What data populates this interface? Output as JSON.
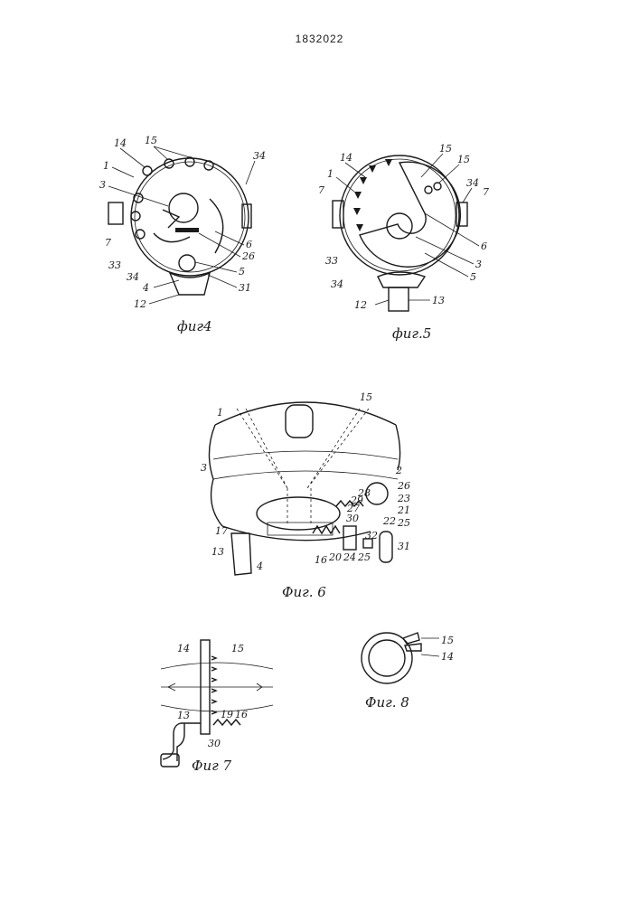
{
  "document": {
    "patent_number": "1832022"
  },
  "figures": {
    "fig4": {
      "caption": "фиг4",
      "labels": [
        "15",
        "14",
        "34",
        "1",
        "3",
        "7",
        "33",
        "34",
        "6",
        "26",
        "5",
        "31",
        "4",
        "12"
      ]
    },
    "fig5": {
      "caption": "фиг.5",
      "labels": [
        "15",
        "15",
        "14",
        "1",
        "34",
        "7",
        "7",
        "33",
        "34",
        "6",
        "3",
        "5",
        "12",
        "13"
      ]
    },
    "fig6": {
      "caption": "Фиг. 6",
      "labels": [
        "15",
        "1",
        "3",
        "2",
        "26",
        "23",
        "21",
        "29",
        "28",
        "27",
        "30",
        "22",
        "25",
        "17",
        "13",
        "16",
        "20",
        "24",
        "25",
        "32",
        "31",
        "4"
      ]
    },
    "fig7": {
      "caption": "Фиг 7",
      "labels": [
        "14",
        "15",
        "13",
        "19",
        "16",
        "30"
      ]
    },
    "fig8": {
      "caption": "Фиг. 8",
      "labels": [
        "15",
        "14"
      ]
    }
  }
}
